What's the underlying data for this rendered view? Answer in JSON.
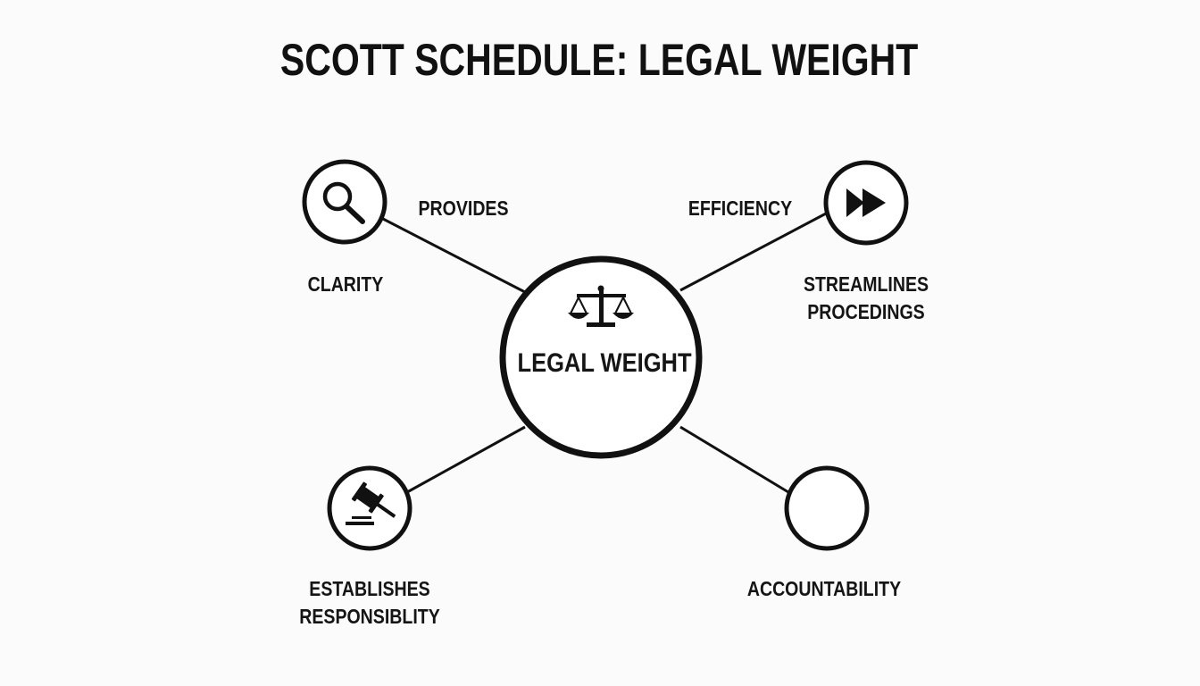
{
  "title": "SCOTT SCHEDULE: LEGAL WEIGHT",
  "center": {
    "label": "LEGAL WEIGHT",
    "icon": "scales-of-justice-icon"
  },
  "nodes": [
    {
      "id": "clarity",
      "icon": "magnifying-glass-icon",
      "top_label": "PROVIDES",
      "label": "CLARITY"
    },
    {
      "id": "efficiency",
      "icon": "fast-forward-icon",
      "top_label": "EFFICIENCY",
      "label_line1": "STREAMLINES",
      "label_line2": "PROCEDINGS"
    },
    {
      "id": "responsibility",
      "icon": "gavel-icon",
      "label_line1": "ESTABLISHES",
      "label_line2": "RESPONSIBLITY"
    },
    {
      "id": "accountability",
      "icon": "empty-circle",
      "label": "ACCOUNTABILITY"
    }
  ],
  "colors": {
    "stroke": "#111111",
    "background": "#fbfbfb",
    "text": "#111111"
  }
}
